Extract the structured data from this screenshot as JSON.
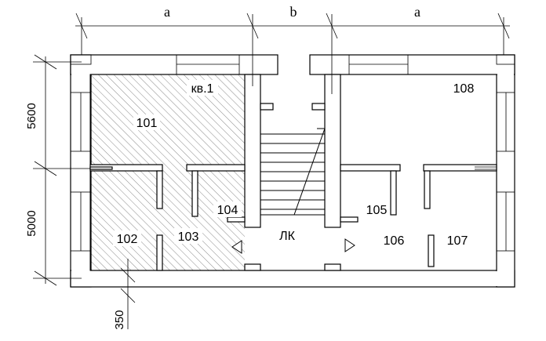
{
  "dimensions": {
    "top": [
      "a",
      "b",
      "a"
    ],
    "left": [
      "5600",
      "5000"
    ],
    "wall": "350"
  },
  "rooms": {
    "r101": "101",
    "r102": "102",
    "r103": "103",
    "r104": "104",
    "r105": "105",
    "r106": "106",
    "r107": "107",
    "r108": "108",
    "apartment": "кв.1",
    "stair": "ЛК"
  },
  "colors": {
    "line": "#000000",
    "hatch": "#8a8a8a",
    "background": "#ffffff"
  }
}
